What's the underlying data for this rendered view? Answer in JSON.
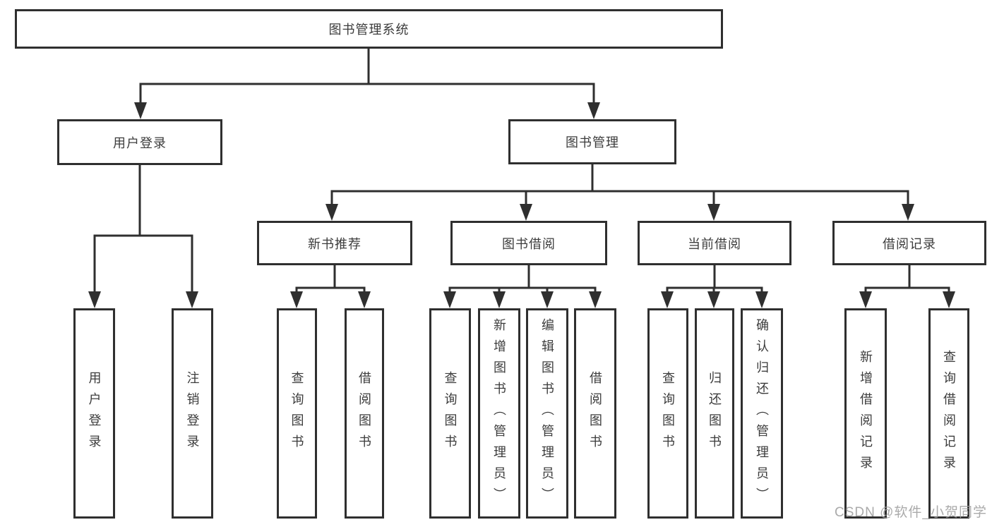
{
  "tree": {
    "root": {
      "label": "图书管理系统"
    },
    "children": [
      {
        "label": "用户登录",
        "children": [
          {
            "label": "用户登录"
          },
          {
            "label": "注销登录"
          }
        ]
      },
      {
        "label": "图书管理",
        "children": [
          {
            "label": "新书推荐",
            "children": [
              {
                "label": "查询图书"
              },
              {
                "label": "借阅图书"
              }
            ]
          },
          {
            "label": "图书借阅",
            "children": [
              {
                "label": "查询图书"
              },
              {
                "label": "新增图书（管理员）"
              },
              {
                "label": "编辑图书（管理员）"
              },
              {
                "label": "借阅图书"
              }
            ]
          },
          {
            "label": "当前借阅",
            "children": [
              {
                "label": "查询图书"
              },
              {
                "label": "归还图书"
              },
              {
                "label": "确认归还（管理员）"
              }
            ]
          },
          {
            "label": "借阅记录",
            "children": [
              {
                "label": "新增借阅记录"
              },
              {
                "label": "查询借阅记录"
              }
            ]
          }
        ]
      }
    ]
  },
  "watermark": {
    "text": "CSDN @软件_小贺同学"
  },
  "colors": {
    "line": "#2f2f2f",
    "text": "#3c3c3c",
    "watermark": "#9e9e9e",
    "background": "#ffffff"
  }
}
